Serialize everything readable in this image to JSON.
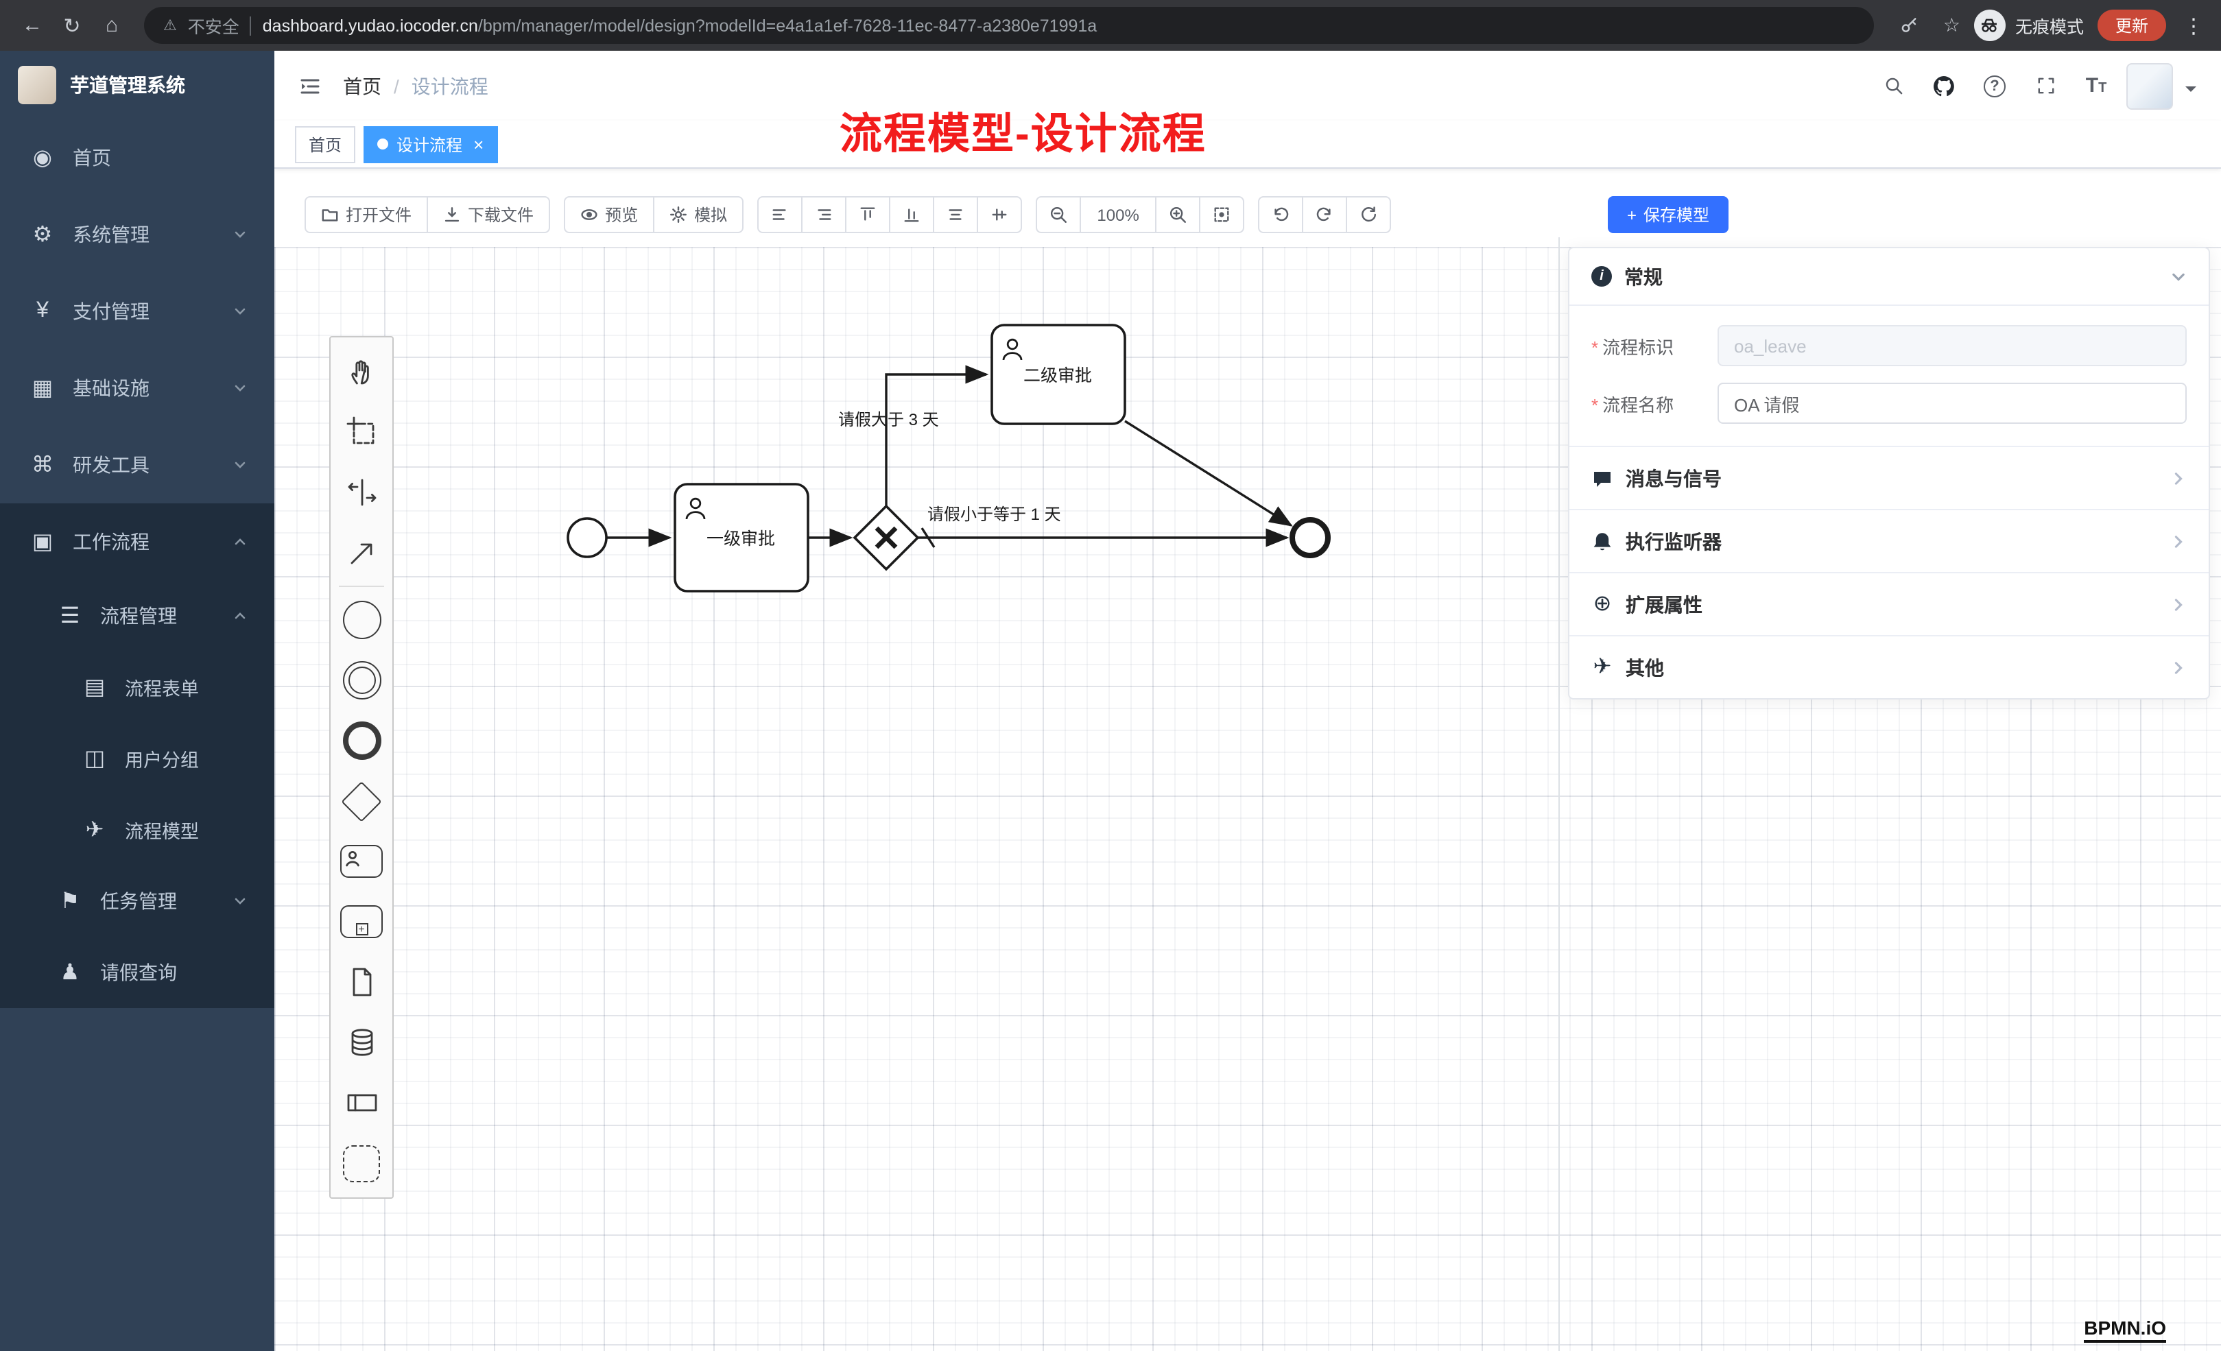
{
  "browser": {
    "back_icon": "←",
    "forward_icon": "→",
    "reload_icon": "↻",
    "home_icon": "⌂",
    "warning_icon": "⚠",
    "security_label": "不安全",
    "url_domain": "dashboard.yudao.iocoder.cn",
    "url_path": "/bpm/manager/model/design?modelId=e4a1a1ef-7628-11ec-8477-a2380e71991a",
    "star_icon": "☆",
    "incognito_label": "无痕模式",
    "update_label": "更新",
    "menu_icon": "⋮"
  },
  "sidebar": {
    "logo_title": "芋道管理系统",
    "items": [
      {
        "icon": "◉",
        "label": "首页"
      },
      {
        "icon": "⚙",
        "label": "系统管理"
      },
      {
        "icon": "¥",
        "label": "支付管理"
      },
      {
        "icon": "▦",
        "label": "基础设施"
      },
      {
        "icon": "⌘",
        "label": "研发工具"
      },
      {
        "icon": "▣",
        "label": "工作流程"
      },
      {
        "icon": "☰",
        "label": "流程管理"
      },
      {
        "icon": "▤",
        "label": "流程表单"
      },
      {
        "icon": "◫",
        "label": "用户分组"
      },
      {
        "icon": "✈",
        "label": "流程模型"
      },
      {
        "icon": "⚑",
        "label": "任务管理"
      },
      {
        "icon": "♟",
        "label": "请假查询"
      }
    ]
  },
  "header": {
    "breadcrumb_home": "首页",
    "breadcrumb_sep": "/",
    "breadcrumb_current": "设计流程",
    "help_icon": "?",
    "annotation": "流程模型-设计流程"
  },
  "tabs": {
    "home": "首页",
    "current": "设计流程",
    "close_icon": "×"
  },
  "toolbar": {
    "open_label": "打开文件",
    "download_label": "下载文件",
    "preview_label": "预览",
    "simulate_label": "模拟",
    "zoom_value": "100%",
    "save_plus": "+",
    "save_label": "保存模型"
  },
  "properties": {
    "general_title": "常规",
    "info_icon": "i",
    "required_mark": "*",
    "process_key_label": "流程标识",
    "process_key_value": "oa_leave",
    "process_name_label": "流程名称",
    "process_name_value": "OA 请假",
    "sections": [
      {
        "title": "消息与信号"
      },
      {
        "title": "执行监听器"
      },
      {
        "title": "扩展属性",
        "icon": "⊕"
      },
      {
        "title": "其他",
        "icon": "✈"
      }
    ]
  },
  "diagram": {
    "task1_label": "一级审批",
    "task2_label": "二级审批",
    "condition_gt": "请假大于 3 天",
    "condition_lte": "请假小于等于 1 天"
  },
  "watermark": "BPMN.iO"
}
